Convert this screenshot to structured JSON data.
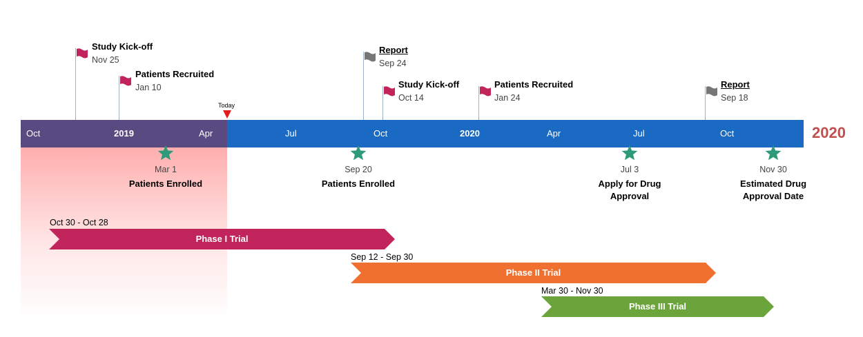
{
  "timeline": {
    "year_label": "2020",
    "today_label": "Today",
    "ticks": [
      "Oct",
      "2019",
      "Apr",
      "Jul",
      "Oct",
      "2020",
      "Apr",
      "Jul",
      "Oct"
    ],
    "colors": {
      "past": "#5a4a82",
      "future": "#1a6ac3",
      "elapsed_shade": "#ffa0a0",
      "today_marker": "#e31b1b",
      "year_label": "#c0504d"
    }
  },
  "milestones_above": [
    {
      "title": "Study Kick-off",
      "date": "Nov 25",
      "flag": "red-flag-icon"
    },
    {
      "title": "Patients Recruited",
      "date": "Jan 10",
      "flag": "red-flag-icon"
    },
    {
      "title": "Report",
      "date": "Sep 24",
      "flag": "gray-flag-icon"
    },
    {
      "title": "Study Kick-off",
      "date": "Oct 14",
      "flag": "red-flag-icon"
    },
    {
      "title": "Patients Recruited",
      "date": "Jan 24",
      "flag": "red-flag-icon"
    },
    {
      "title": "Report",
      "date": "Sep 18",
      "flag": "gray-flag-icon"
    }
  ],
  "milestones_below": [
    {
      "date": "Mar 1",
      "title": "Patients Enrolled"
    },
    {
      "date": "Sep 20",
      "title": "Patients Enrolled"
    },
    {
      "date": "Jul 3",
      "title": "Apply for Drug Approval"
    },
    {
      "date": "Nov 30",
      "title": "Estimated Drug Approval Date"
    }
  ],
  "phases": [
    {
      "range": "Oct 30 - Oct 28",
      "label": "Phase I Trial",
      "color": "#c0245a"
    },
    {
      "range": "Sep 12 - Sep 30",
      "label": "Phase II Trial",
      "color": "#f07030"
    },
    {
      "range": "Mar 30 - Nov 30",
      "label": "Phase III Trial",
      "color": "#6ba43a"
    }
  ]
}
